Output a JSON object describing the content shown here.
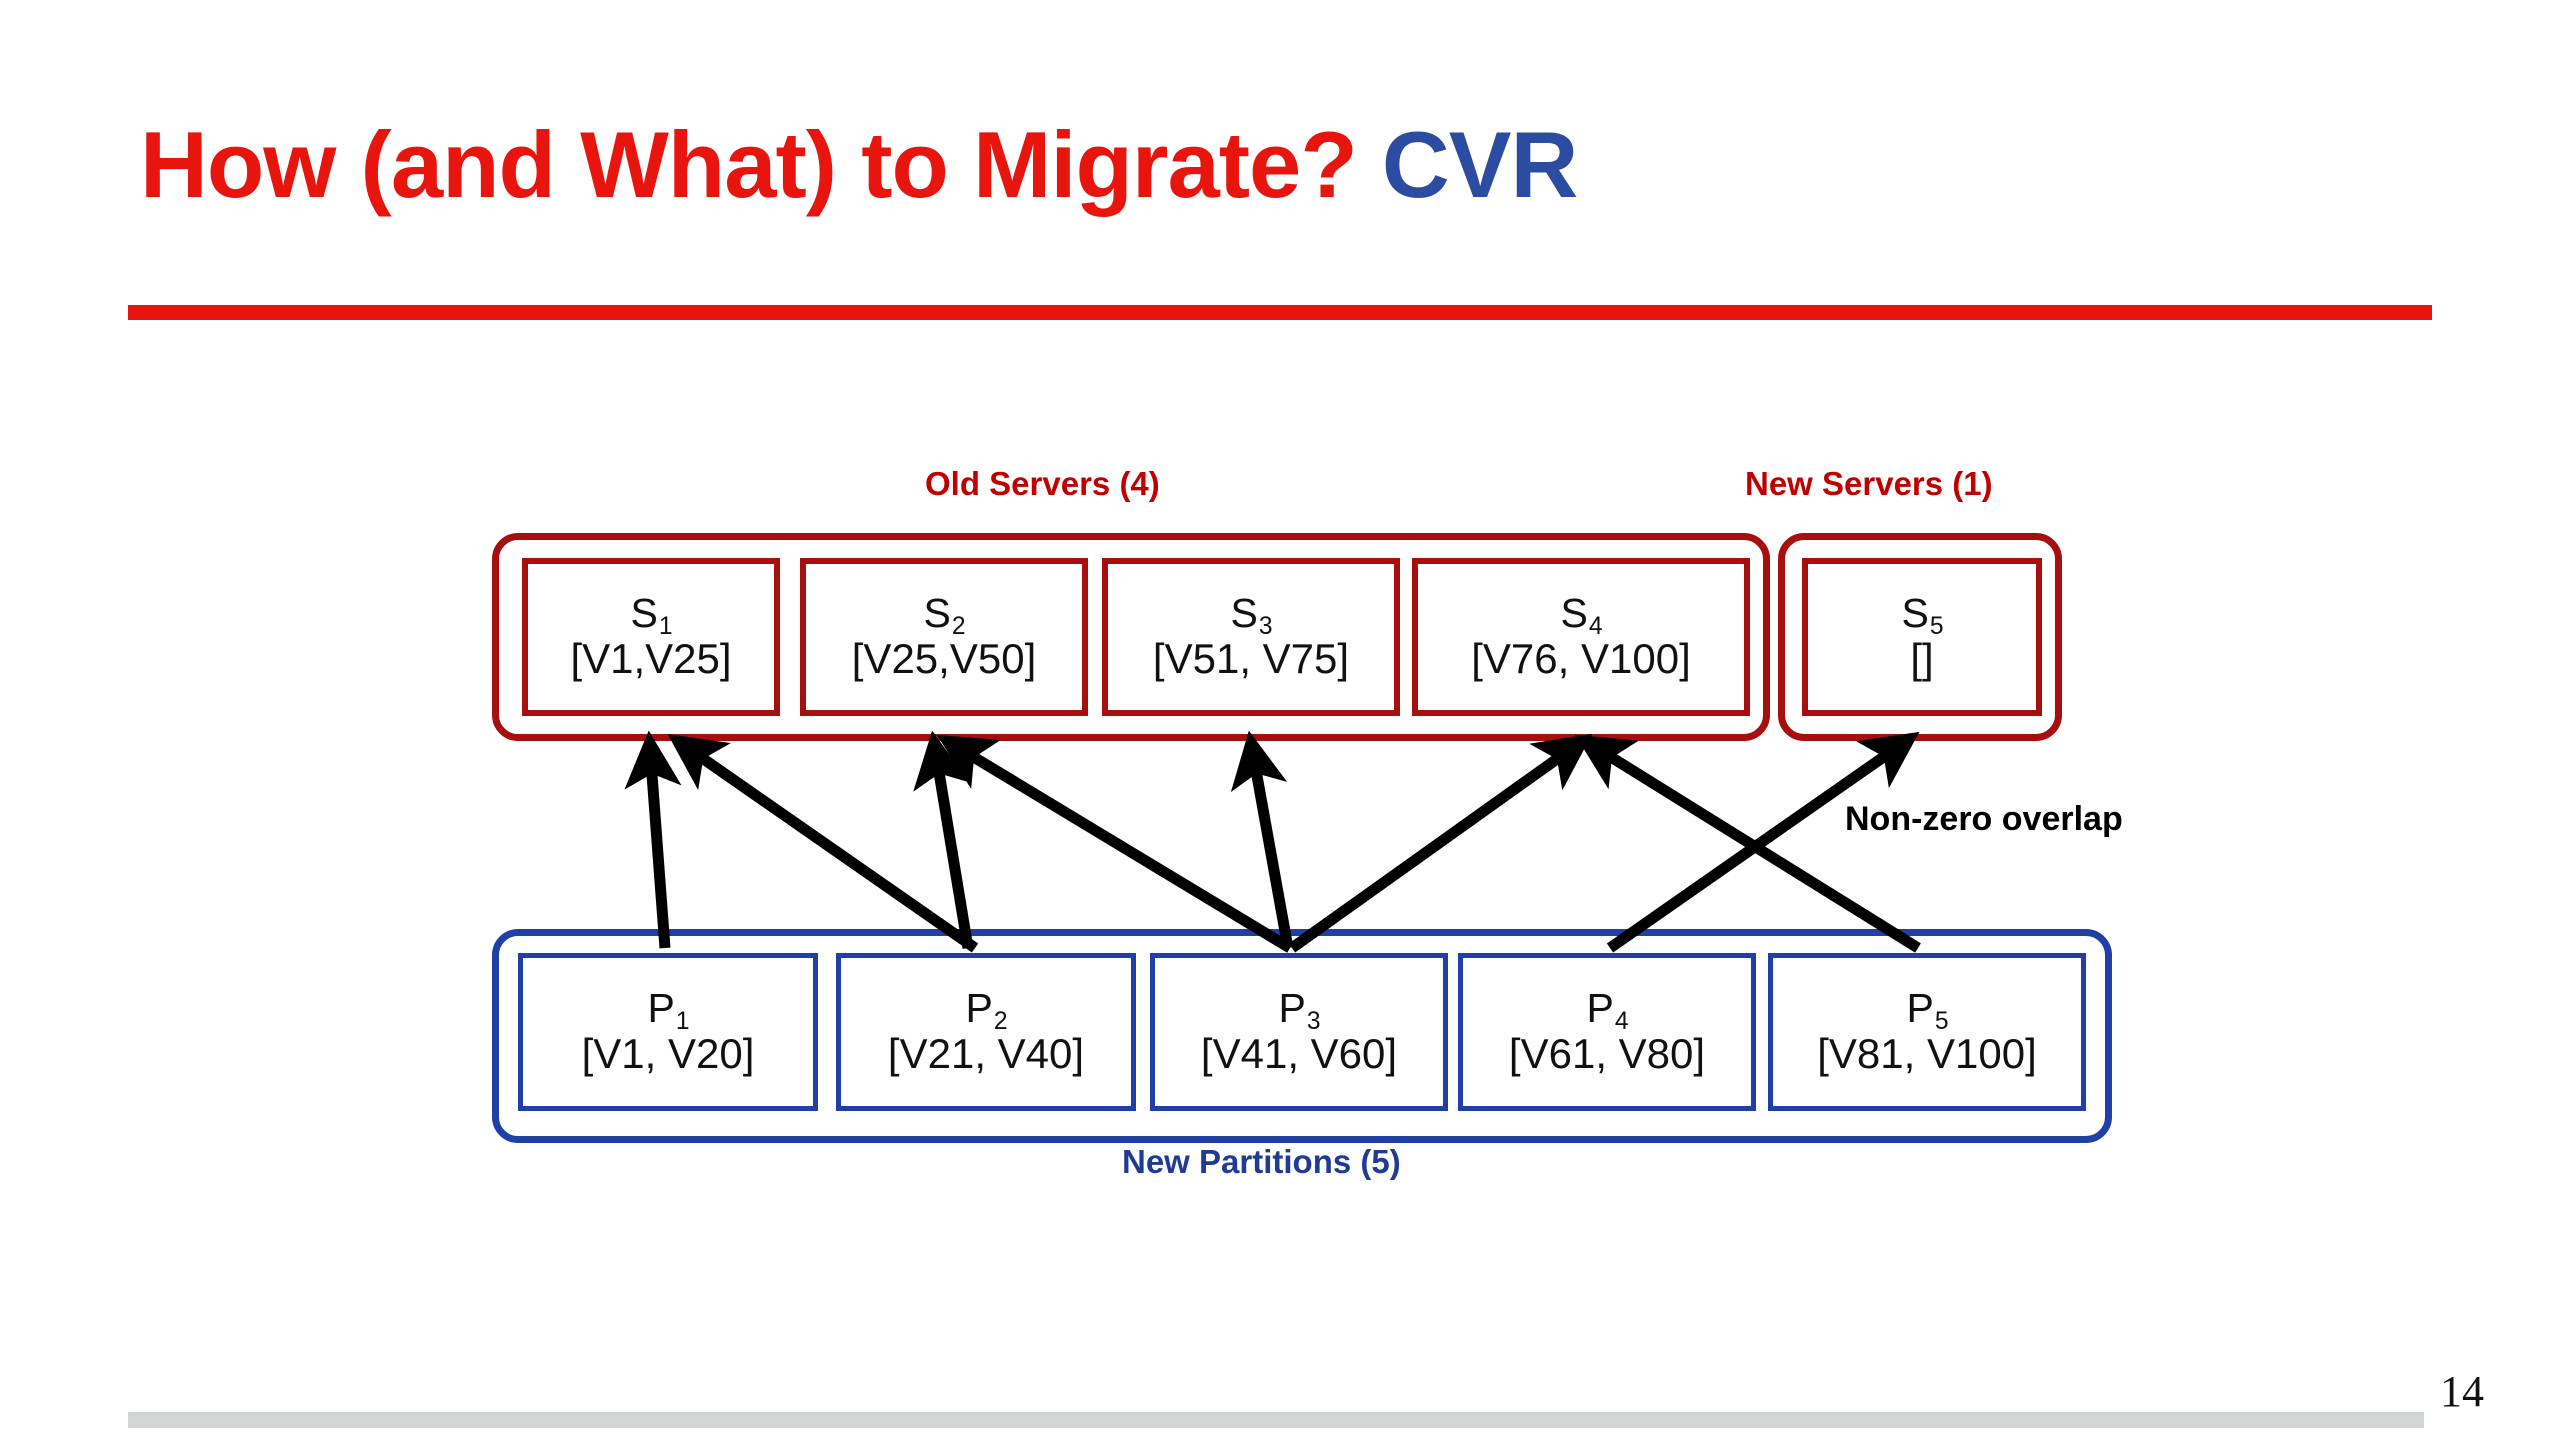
{
  "slide": {
    "title_main": "How (and What) to Migrate?",
    "title_accent": "CVR",
    "page_number": "14",
    "colors": {
      "title_red": "#E8150F",
      "title_blue": "#2B4CA0",
      "server_red": "#A70E0E",
      "caption_red": "#C00000",
      "partition_blue": "#2040A8",
      "caption_blue": "#1F3C92",
      "arrow_black": "#000000",
      "footer_gray": "#D2D6D5"
    }
  },
  "captions": {
    "old_servers": "Old Servers (4)",
    "new_servers": "New Servers (1)",
    "new_partitions": "New Partitions (5)",
    "overlap_note": "Non-zero overlap"
  },
  "servers": {
    "old": [
      {
        "id": "S",
        "index": "1",
        "range": "[V1,V25]"
      },
      {
        "id": "S",
        "index": "2",
        "range": "[V25,V50]"
      },
      {
        "id": "S",
        "index": "3",
        "range": "[V51, V75]"
      },
      {
        "id": "S",
        "index": "4",
        "range": "[V76, V100]"
      }
    ],
    "new": [
      {
        "id": "S",
        "index": "5",
        "range": "[]"
      }
    ]
  },
  "partitions": [
    {
      "id": "P",
      "index": "1",
      "range": "[V1, V20]"
    },
    {
      "id": "P",
      "index": "2",
      "range": "[V21, V40]"
    },
    {
      "id": "P",
      "index": "3",
      "range": "[V41, V60]"
    },
    {
      "id": "P",
      "index": "4",
      "range": "[V61, V80]"
    },
    {
      "id": "P",
      "index": "5",
      "range": "[V81, V100]"
    }
  ],
  "migration_edges": [
    {
      "from": "P1",
      "to": "S1"
    },
    {
      "from": "P2",
      "to": "S1"
    },
    {
      "from": "P2",
      "to": "S2"
    },
    {
      "from": "P3",
      "to": "S2"
    },
    {
      "from": "P3",
      "to": "S3"
    },
    {
      "from": "P3",
      "to": "S4"
    },
    {
      "from": "P4",
      "to": "S5"
    },
    {
      "from": "P5",
      "to": "S4"
    }
  ]
}
